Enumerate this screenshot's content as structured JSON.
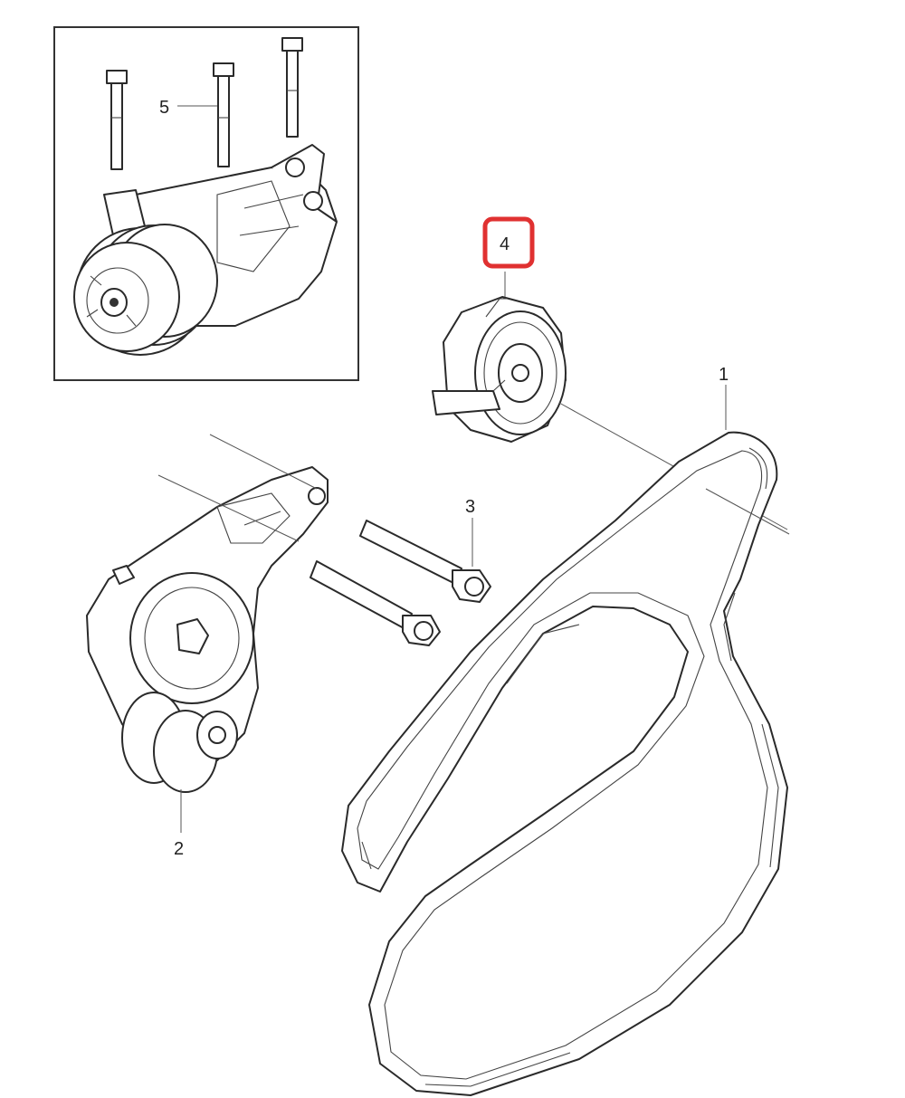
{
  "callouts": {
    "c1": "1",
    "c2": "2",
    "c3": "3",
    "c4": "4",
    "c5": "5"
  },
  "highlight": {
    "callout": "4",
    "color": "#e03131"
  },
  "parts": {
    "p1": "belt-icon",
    "p2": "tensioner-icon",
    "p3": "bolt-icon",
    "p4": "idler-pulley-icon",
    "p5": "compressor-bolt-icon",
    "inset": "ac-compressor-icon"
  }
}
